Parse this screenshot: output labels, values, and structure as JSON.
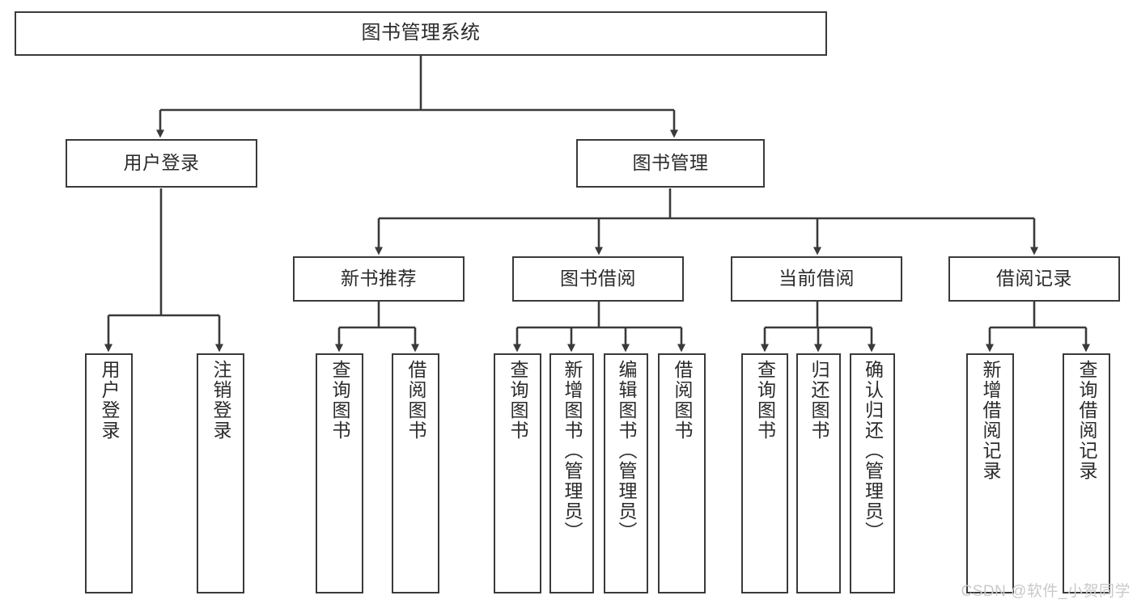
{
  "diagram": {
    "title": "图书管理系统",
    "watermark": "CSDN @软件_小贺同学",
    "colors": {
      "box_border": "#3a3a3a",
      "box_fill": "#ffffff",
      "connector": "#3a3a3a",
      "text": "#2b2b2b",
      "watermark": "#c9c9c9",
      "background": "#ffffff"
    },
    "levels": {
      "root": "图书管理系统",
      "level2": [
        "用户登录",
        "图书管理"
      ],
      "level3": [
        "新书推荐",
        "图书借阅",
        "当前借阅",
        "借阅记录"
      ]
    },
    "nodes": {
      "root": {
        "label": "图书管理系统"
      },
      "user_login": {
        "label": "用户登录"
      },
      "book_manage": {
        "label": "图书管理"
      },
      "new_book_rec": {
        "label": "新书推荐"
      },
      "book_borrow": {
        "label": "图书借阅"
      },
      "current_borrow": {
        "label": "当前借阅"
      },
      "borrow_record": {
        "label": "借阅记录"
      },
      "leaf_user_login": {
        "label": "用户登录"
      },
      "leaf_logout": {
        "label": "注销登录"
      },
      "leaf_query_book_1": {
        "label": "查询图书"
      },
      "leaf_borrow_book_1": {
        "label": "借阅图书"
      },
      "leaf_query_book_2": {
        "label": "查询图书"
      },
      "leaf_add_book": {
        "label": "新增图书（管理员）"
      },
      "leaf_edit_book": {
        "label": "编辑图书（管理员）"
      },
      "leaf_borrow_book_2": {
        "label": "借阅图书"
      },
      "leaf_query_book_3": {
        "label": "查询图书"
      },
      "leaf_return_book": {
        "label": "归还图书"
      },
      "leaf_confirm_return": {
        "label": "确认归还（管理员）"
      },
      "leaf_add_record": {
        "label": "新增借阅记录"
      },
      "leaf_query_record": {
        "label": "查询借阅记录"
      }
    },
    "edges": [
      {
        "from": "root",
        "to": "user_login"
      },
      {
        "from": "root",
        "to": "book_manage"
      },
      {
        "from": "user_login",
        "to": "leaf_user_login"
      },
      {
        "from": "user_login",
        "to": "leaf_logout"
      },
      {
        "from": "book_manage",
        "to": "new_book_rec"
      },
      {
        "from": "book_manage",
        "to": "book_borrow"
      },
      {
        "from": "book_manage",
        "to": "current_borrow"
      },
      {
        "from": "book_manage",
        "to": "borrow_record"
      },
      {
        "from": "new_book_rec",
        "to": "leaf_query_book_1"
      },
      {
        "from": "new_book_rec",
        "to": "leaf_borrow_book_1"
      },
      {
        "from": "book_borrow",
        "to": "leaf_query_book_2"
      },
      {
        "from": "book_borrow",
        "to": "leaf_add_book"
      },
      {
        "from": "book_borrow",
        "to": "leaf_edit_book"
      },
      {
        "from": "book_borrow",
        "to": "leaf_borrow_book_2"
      },
      {
        "from": "current_borrow",
        "to": "leaf_query_book_3"
      },
      {
        "from": "current_borrow",
        "to": "leaf_return_book"
      },
      {
        "from": "current_borrow",
        "to": "leaf_confirm_return"
      },
      {
        "from": "borrow_record",
        "to": "leaf_add_record"
      },
      {
        "from": "borrow_record",
        "to": "leaf_query_record"
      }
    ]
  }
}
